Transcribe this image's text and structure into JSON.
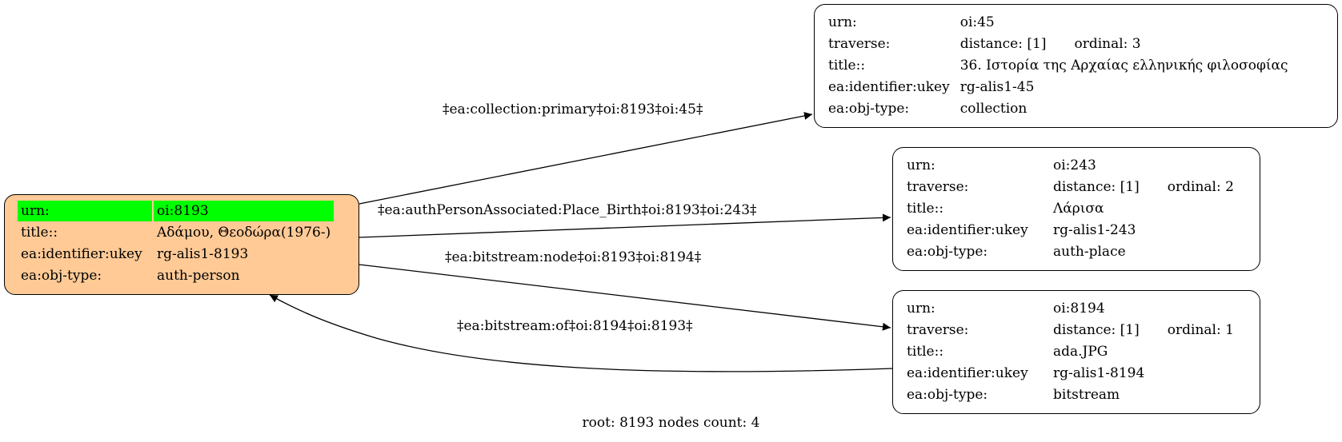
{
  "nodes": {
    "root": {
      "rows": [
        {
          "key": "urn:",
          "value": "oi:8193"
        },
        {
          "key": "title::",
          "value": "Αδάμου, Θεοδώρα(1976-)"
        },
        {
          "key": "ea:identifier:ukey",
          "value": "rg-alis1-8193"
        },
        {
          "key": "ea:obj-type:",
          "value": "auth-person"
        }
      ],
      "fill": "#ffca96",
      "highlight": "#00ff00"
    },
    "n45": {
      "urn_key": "urn:",
      "urn": "oi:45",
      "traverse_key": "traverse:",
      "distance": "distance: [1]",
      "ordinal": "ordinal: 3",
      "title_key": "title::",
      "title": "36. Ιστορία της Αρχαίας ελληνικής φιλοσοφίας",
      "ukey_key": "ea:identifier:ukey",
      "ukey": "rg-alis1-45",
      "type_key": "ea:obj-type:",
      "type": "collection"
    },
    "n243": {
      "urn_key": "urn:",
      "urn": "oi:243",
      "traverse_key": "traverse:",
      "distance": "distance: [1]",
      "ordinal": "ordinal: 2",
      "title_key": "title::",
      "title": "Λάρισα",
      "ukey_key": "ea:identifier:ukey",
      "ukey": "rg-alis1-243",
      "type_key": "ea:obj-type:",
      "type": "auth-place"
    },
    "n8194": {
      "urn_key": "urn:",
      "urn": "oi:8194",
      "traverse_key": "traverse:",
      "distance": "distance: [1]",
      "ordinal": "ordinal: 1",
      "title_key": "title::",
      "title": "ada.JPG",
      "ukey_key": "ea:identifier:ukey",
      "ukey": "rg-alis1-8194",
      "type_key": "ea:obj-type:",
      "type": "bitstream"
    }
  },
  "edges": [
    {
      "label": "‡ea:collection:primary‡oi:8193‡oi:45‡"
    },
    {
      "label": "‡ea:authPersonAssociated:Place_Birth‡oi:8193‡oi:243‡"
    },
    {
      "label": "‡ea:bitstream:node‡oi:8193‡oi:8194‡"
    },
    {
      "label": "‡ea:bitstream:of‡oi:8194‡oi:8193‡"
    }
  ],
  "footer": "root: 8193 nodes count: 4"
}
